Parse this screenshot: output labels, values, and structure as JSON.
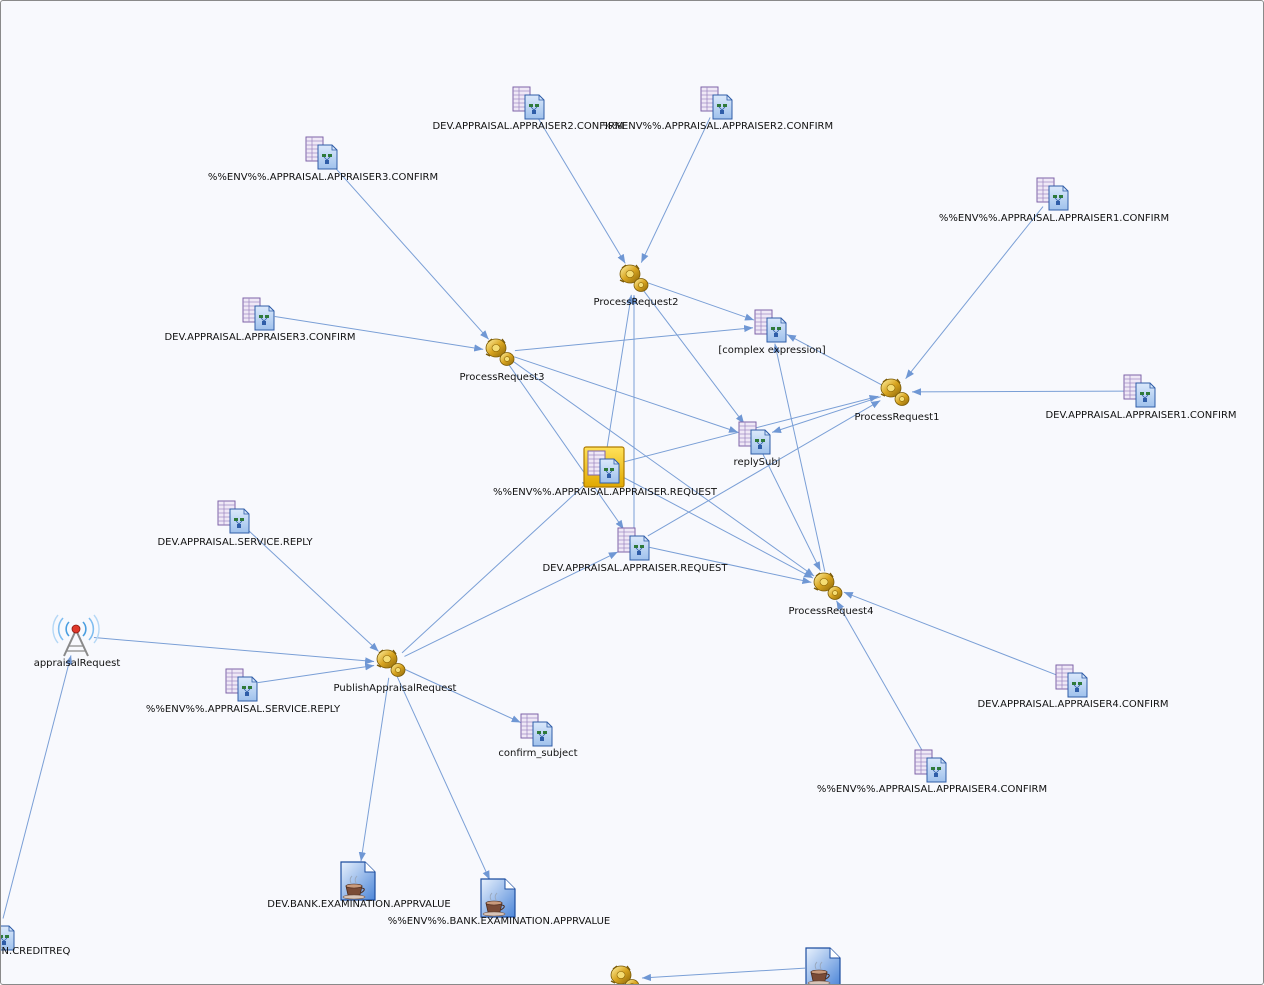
{
  "diagram": {
    "nodes": [
      {
        "id": "n1",
        "type": "destination",
        "label": "DEV.APPRAISAL.APPRAISER2.CONFIRM"
      },
      {
        "id": "n2",
        "type": "destination",
        "label": "%%ENV%%.APPRAISAL.APPRAISER2.CONFIRM"
      },
      {
        "id": "n3",
        "type": "destination",
        "label": "%%ENV%%.APPRAISAL.APPRAISER3.CONFIRM"
      },
      {
        "id": "n4",
        "type": "destination",
        "label": "%%ENV%%.APPRAISAL.APPRAISER1.CONFIRM"
      },
      {
        "id": "n5",
        "type": "process",
        "label": "ProcessRequest2"
      },
      {
        "id": "n6",
        "type": "destination",
        "label": "DEV.APPRAISAL.APPRAISER3.CONFIRM"
      },
      {
        "id": "n7",
        "type": "destination",
        "label": "[complex expression]"
      },
      {
        "id": "n8",
        "type": "process",
        "label": "ProcessRequest3"
      },
      {
        "id": "n9",
        "type": "process",
        "label": "ProcessRequest1"
      },
      {
        "id": "n10",
        "type": "destination",
        "label": "DEV.APPRAISAL.APPRAISER1.CONFIRM"
      },
      {
        "id": "n11",
        "type": "destination",
        "label": "replySubj"
      },
      {
        "id": "n12",
        "type": "destination",
        "label": "%%ENV%%.APPRAISAL.APPRAISER.REQUEST",
        "selected": true
      },
      {
        "id": "n13",
        "type": "destination",
        "label": "DEV.APPRAISAL.SERVICE.REPLY"
      },
      {
        "id": "n14",
        "type": "destination",
        "label": "DEV.APPRAISAL.APPRAISER.REQUEST"
      },
      {
        "id": "n15",
        "type": "process",
        "label": "ProcessRequest4"
      },
      {
        "id": "n16",
        "type": "broadcast",
        "label": "appraisalRequest"
      },
      {
        "id": "n17",
        "type": "process",
        "label": "PublishAppraisalRequest"
      },
      {
        "id": "n18",
        "type": "destination",
        "label": "%%ENV%%.APPRAISAL.SERVICE.REPLY"
      },
      {
        "id": "n19",
        "type": "destination",
        "label": "confirm_subject"
      },
      {
        "id": "n20",
        "type": "destination",
        "label": "DEV.APPRAISAL.APPRAISER4.CONFIRM"
      },
      {
        "id": "n21",
        "type": "destination",
        "label": "%%ENV%%.APPRAISAL.APPRAISER4.CONFIRM"
      },
      {
        "id": "n22",
        "type": "java",
        "label": "DEV.BANK.EXAMINATION.APPRVALUE"
      },
      {
        "id": "n23",
        "type": "java",
        "label": "%%ENV%%.BANK.EXAMINATION.APPRVALUE"
      },
      {
        "id": "n24",
        "type": "destination",
        "label": "WN.CREDITREQ"
      },
      {
        "id": "n25",
        "type": "process",
        "label": ""
      },
      {
        "id": "n26",
        "type": "java",
        "label": ""
      }
    ],
    "edges": [
      {
        "from": "n1",
        "to": "n5"
      },
      {
        "from": "n2",
        "to": "n5"
      },
      {
        "from": "n3",
        "to": "n8"
      },
      {
        "from": "n6",
        "to": "n8"
      },
      {
        "from": "n4",
        "to": "n9"
      },
      {
        "from": "n10",
        "to": "n9"
      },
      {
        "from": "n5",
        "to": "n7"
      },
      {
        "from": "n5",
        "to": "n11"
      },
      {
        "from": "n8",
        "to": "n7"
      },
      {
        "from": "n8",
        "to": "n11"
      },
      {
        "from": "n8",
        "to": "n15"
      },
      {
        "from": "n8",
        "to": "n14"
      },
      {
        "from": "n9",
        "to": "n7"
      },
      {
        "from": "n9",
        "to": "n11"
      },
      {
        "from": "n12",
        "to": "n5"
      },
      {
        "from": "n12",
        "to": "n9"
      },
      {
        "from": "n12",
        "to": "n15"
      },
      {
        "from": "n14",
        "to": "n5"
      },
      {
        "from": "n14",
        "to": "n9"
      },
      {
        "from": "n14",
        "to": "n15"
      },
      {
        "from": "n15",
        "to": "n7"
      },
      {
        "from": "n11",
        "to": "n15"
      },
      {
        "from": "n13",
        "to": "n17"
      },
      {
        "from": "n16",
        "to": "n17"
      },
      {
        "from": "n18",
        "to": "n17"
      },
      {
        "from": "n17",
        "to": "n19"
      },
      {
        "from": "n17",
        "to": "n14"
      },
      {
        "from": "n17",
        "to": "n12"
      },
      {
        "from": "n17",
        "to": "n22"
      },
      {
        "from": "n17",
        "to": "n23"
      },
      {
        "from": "n20",
        "to": "n15"
      },
      {
        "from": "n21",
        "to": "n15"
      },
      {
        "from": "n26",
        "to": "n25"
      },
      {
        "from": "n24",
        "to": "n16"
      }
    ]
  }
}
